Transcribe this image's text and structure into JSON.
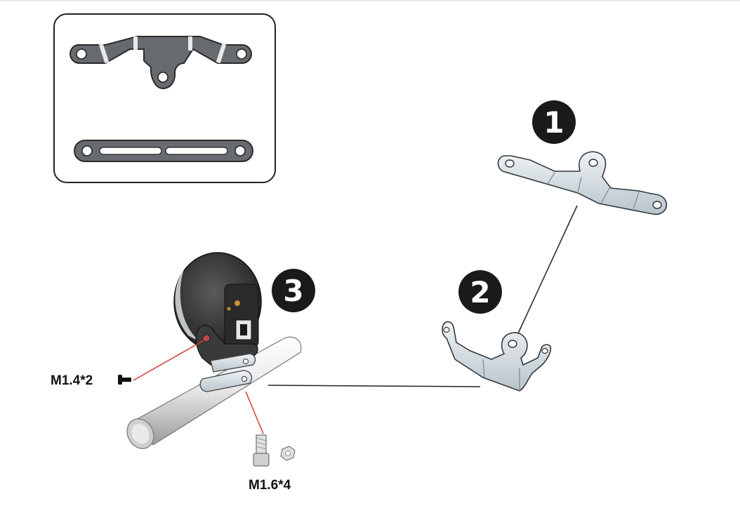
{
  "callouts": [
    {
      "number": "1",
      "part": "bracket-strip-with-tab"
    },
    {
      "number": "2",
      "part": "u-bracket"
    },
    {
      "number": "3",
      "part": "light-on-handlebar"
    }
  ],
  "fasteners": {
    "screw_label": "M1.4*2",
    "bolt_label": "M1.6*4"
  },
  "colors": {
    "badge": "#1a1a1a",
    "leader_red": "#d23a3a",
    "leader_black": "#222222",
    "metal_fill": "#d6dee3",
    "gasket_fill": "#666a70"
  },
  "icons": [
    "screw-icon",
    "bolt-icon",
    "nut-icon"
  ]
}
